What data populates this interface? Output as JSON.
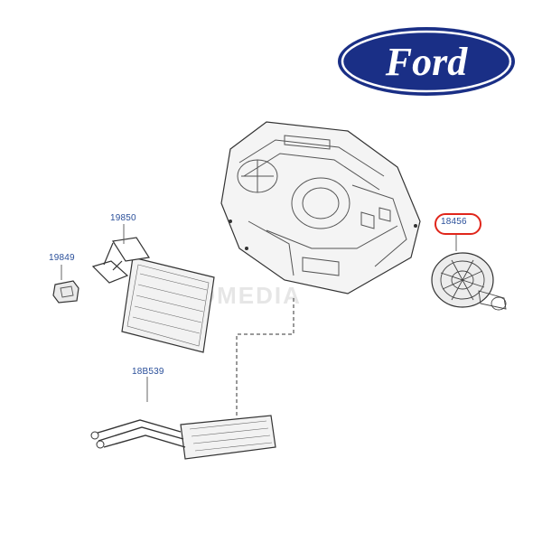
{
  "brand": {
    "logo_text": "Ford",
    "logo_color": "#1a2f86",
    "logo_ring_color": "#ffffff"
  },
  "watermark": "INFOMEDIA",
  "parts": [
    {
      "id": "18456",
      "label": "18456",
      "highlighted": true
    },
    {
      "id": "19850",
      "label": "19850",
      "highlighted": false
    },
    {
      "id": "19849",
      "label": "19849",
      "highlighted": false
    },
    {
      "id": "18B539",
      "label": "18B539",
      "highlighted": false
    }
  ],
  "colors": {
    "label": "#2a4f9a",
    "highlight": "#e0261b",
    "line_art": "#333333"
  }
}
